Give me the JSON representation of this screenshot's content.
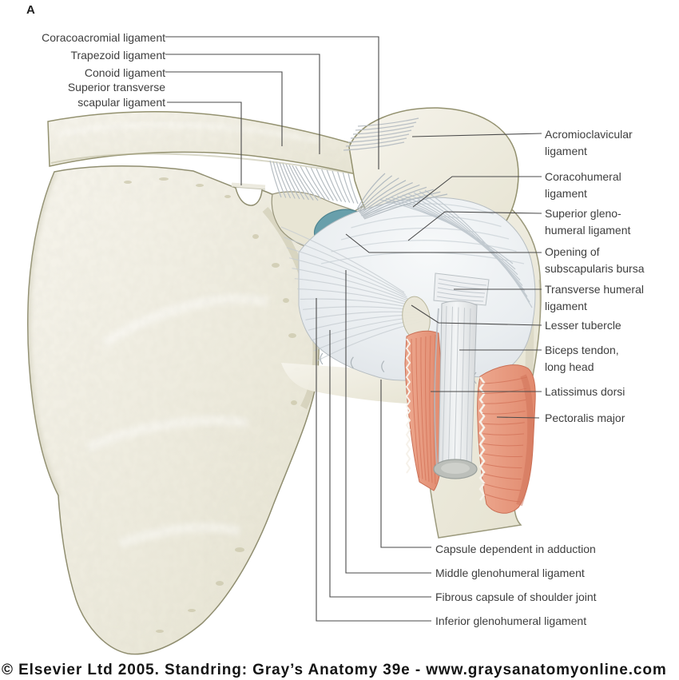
{
  "figure": {
    "panel_letter": "A"
  },
  "labels": {
    "left": [
      "Coracoacromial ligament",
      "Trapezoid ligament",
      "Conoid ligament",
      "Superior transverse\nscapular ligament"
    ],
    "right": [
      "Acromioclavicular\nligament",
      "Coracohumeral\nligament",
      "Superior gleno-\nhumeral ligament",
      "Opening of\nsubscapularis bursa",
      "Transverse humeral\nligament",
      "Lesser tubercle",
      "Biceps tendon,\nlong head",
      "Latissimus dorsi",
      "Pectoralis major"
    ],
    "bottom": [
      "Capsule dependent in adduction",
      "Middle glenohumeral ligament",
      "Fibrous capsule of shoulder joint",
      "Inferior glenohumeral ligament"
    ]
  },
  "footer": {
    "credit": "© Elsevier Ltd 2005. Standring: Gray’s Anatomy 39e - www.graysanatomyonline.com"
  },
  "palette": {
    "background": "#ffffff",
    "bone": "#ebe8da",
    "bone_edge": "#908e70",
    "capsule": "#e5e9ec",
    "fiber": "#c2cad0",
    "bursa_teal": "#689fab",
    "muscle": "#e89a80",
    "muscle_edge": "#c96f55",
    "leader_line": "#4a4a4a",
    "label_text": "#3e3e3e",
    "credit_text": "#141414"
  }
}
